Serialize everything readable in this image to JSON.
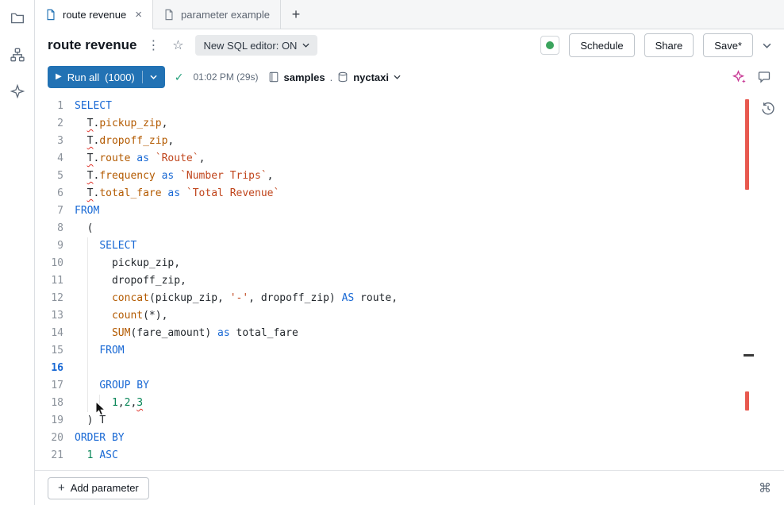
{
  "icons": {
    "close": "×",
    "plus": "+",
    "kebab": "⋮",
    "star": "☆",
    "check": "✓",
    "play": "▶",
    "command": "⌘"
  },
  "tabs": [
    {
      "label": "route revenue"
    },
    {
      "label": "parameter example"
    }
  ],
  "header": {
    "title": "route revenue",
    "new_editor_badge": "New SQL editor: ON",
    "schedule_label": "Schedule",
    "share_label": "Share",
    "save_label": "Save*"
  },
  "toolbar": {
    "run_label": "Run all",
    "run_count": "(1000)",
    "run_time": "01:02 PM (29s)",
    "catalog": "samples",
    "separator": ".",
    "schema": "nyctaxi"
  },
  "footer": {
    "add_parameter_label": "Add parameter"
  },
  "editor": {
    "lines": [
      {
        "n": 1,
        "tokens": [
          [
            "SELECT",
            "kw"
          ]
        ]
      },
      {
        "n": 2,
        "tokens": [
          [
            "  ",
            "pl"
          ],
          [
            "T",
            "pl",
            "err"
          ],
          [
            ".",
            "pl"
          ],
          [
            "pickup_zip",
            "id"
          ],
          [
            ",",
            "pl"
          ]
        ]
      },
      {
        "n": 3,
        "tokens": [
          [
            "  ",
            "pl"
          ],
          [
            "T",
            "pl",
            "err"
          ],
          [
            ".",
            "pl"
          ],
          [
            "dropoff_zip",
            "id"
          ],
          [
            ",",
            "pl"
          ]
        ]
      },
      {
        "n": 4,
        "tokens": [
          [
            "  ",
            "pl"
          ],
          [
            "T",
            "pl",
            "err"
          ],
          [
            ".",
            "pl"
          ],
          [
            "route",
            "id"
          ],
          [
            " ",
            "pl"
          ],
          [
            "as",
            "kw"
          ],
          [
            " ",
            "pl"
          ],
          [
            "`Route`",
            "str"
          ],
          [
            ",",
            "pl"
          ]
        ]
      },
      {
        "n": 5,
        "tokens": [
          [
            "  ",
            "pl"
          ],
          [
            "T",
            "pl",
            "err"
          ],
          [
            ".",
            "pl"
          ],
          [
            "frequency",
            "id"
          ],
          [
            " ",
            "pl"
          ],
          [
            "as",
            "kw"
          ],
          [
            " ",
            "pl"
          ],
          [
            "`Number Trips`",
            "str"
          ],
          [
            ",",
            "pl"
          ]
        ]
      },
      {
        "n": 6,
        "tokens": [
          [
            "  ",
            "pl"
          ],
          [
            "T",
            "pl",
            "err"
          ],
          [
            ".",
            "pl"
          ],
          [
            "total_fare",
            "id"
          ],
          [
            " ",
            "pl"
          ],
          [
            "as",
            "kw"
          ],
          [
            " ",
            "pl"
          ],
          [
            "`Total Revenue`",
            "str"
          ]
        ]
      },
      {
        "n": 7,
        "tokens": [
          [
            "FROM",
            "kw"
          ]
        ]
      },
      {
        "n": 8,
        "tokens": [
          [
            "  (",
            "pl"
          ]
        ]
      },
      {
        "n": 9,
        "guides": [
          2
        ],
        "tokens": [
          [
            "    ",
            "pl"
          ],
          [
            "SELECT",
            "kw"
          ]
        ]
      },
      {
        "n": 10,
        "guides": [
          2
        ],
        "tokens": [
          [
            "      pickup_zip,",
            "pl"
          ]
        ]
      },
      {
        "n": 11,
        "guides": [
          2
        ],
        "tokens": [
          [
            "      dropoff_zip,",
            "pl"
          ]
        ]
      },
      {
        "n": 12,
        "guides": [
          2
        ],
        "tokens": [
          [
            "      ",
            "pl"
          ],
          [
            "concat",
            "fn"
          ],
          [
            "(pickup_zip, ",
            "pl"
          ],
          [
            "'-'",
            "str"
          ],
          [
            ", dropoff_zip) ",
            "pl"
          ],
          [
            "AS",
            "kw"
          ],
          [
            " route,",
            "pl"
          ]
        ]
      },
      {
        "n": 13,
        "guides": [
          2
        ],
        "tokens": [
          [
            "      ",
            "pl"
          ],
          [
            "count",
            "fn"
          ],
          [
            "(*),",
            "pl"
          ]
        ]
      },
      {
        "n": 14,
        "guides": [
          2
        ],
        "tokens": [
          [
            "      ",
            "pl"
          ],
          [
            "SUM",
            "fn"
          ],
          [
            "(fare_amount) ",
            "pl"
          ],
          [
            "as",
            "kw"
          ],
          [
            " total_fare",
            "pl"
          ]
        ]
      },
      {
        "n": 15,
        "guides": [
          2
        ],
        "tokens": [
          [
            "    ",
            "pl"
          ],
          [
            "FROM",
            "kw"
          ]
        ]
      },
      {
        "n": 16,
        "active": true,
        "guides": [
          2
        ],
        "tokens": []
      },
      {
        "n": 17,
        "guides": [
          2
        ],
        "tokens": [
          [
            "    ",
            "pl"
          ],
          [
            "GROUP BY",
            "kw"
          ]
        ]
      },
      {
        "n": 18,
        "guides": [
          2,
          4
        ],
        "tokens": [
          [
            "      ",
            "pl"
          ],
          [
            "1",
            "num"
          ],
          [
            ",",
            "pl"
          ],
          [
            "2",
            "num"
          ],
          [
            ",",
            "pl"
          ],
          [
            "3",
            "num",
            "err"
          ]
        ]
      },
      {
        "n": 19,
        "tokens": [
          [
            "  ) ",
            "pl"
          ],
          [
            "T",
            "pl"
          ]
        ]
      },
      {
        "n": 20,
        "tokens": [
          [
            "ORDER BY",
            "kw"
          ]
        ]
      },
      {
        "n": 21,
        "tokens": [
          [
            "  ",
            "pl"
          ],
          [
            "1",
            "num"
          ],
          [
            " ",
            "pl"
          ],
          [
            "ASC",
            "kw"
          ]
        ]
      }
    ]
  }
}
